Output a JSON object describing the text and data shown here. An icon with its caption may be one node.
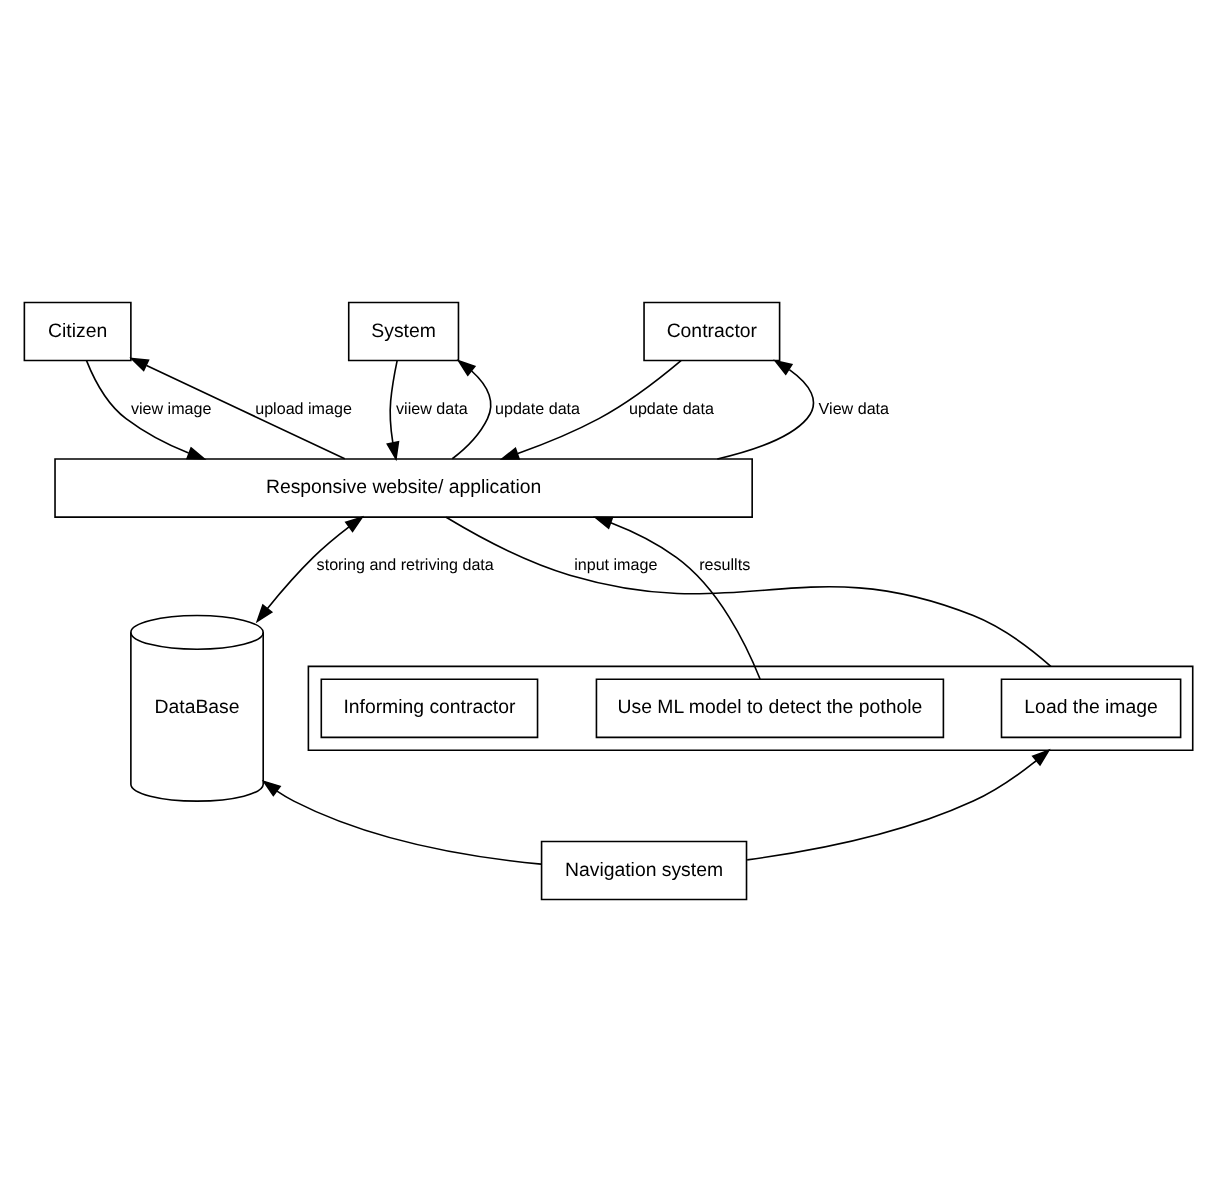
{
  "diagram": {
    "nodes": [
      {
        "text": [
          "Citizen"
        ]
      },
      {
        "text": [
          "System"
        ]
      },
      {
        "text": [
          "Contractor"
        ]
      },
      {
        "text": [
          "Responsive website/ application"
        ]
      },
      {
        "text": [
          "DataBase"
        ]
      },
      {
        "text": [],
        "shape": "box"
      },
      {
        "text": [
          "Load the image"
        ],
        "in": 5
      },
      {
        "text": [
          "Use ML model to detect the pothole"
        ],
        "in": 5
      },
      {
        "text": [
          "Informing contractor"
        ],
        "in": 5
      },
      {
        "text": [
          "Navigation system"
        ]
      }
    ],
    "edges": [
      {
        "from": 3,
        "to": 0,
        "arrow": "to",
        "label": "upload image"
      },
      {
        "from": 0,
        "to": 3,
        "arrow": "to",
        "label": "view image"
      },
      {
        "from": 3,
        "to": 1,
        "arrow": "to",
        "label": "update data"
      },
      {
        "from": 1,
        "to": 3,
        "arrow": "to",
        "label": "viiew data"
      },
      {
        "from": 3,
        "to": 2,
        "arrow": "to",
        "label": "View data"
      },
      {
        "from": 2,
        "to": 3,
        "arrow": "to",
        "label": "update data"
      },
      {
        "from": 3,
        "to": 4,
        "arrow": "both",
        "label": "storing and retriving data"
      },
      {
        "from": 3,
        "to": 5,
        "arrow": "none",
        "label": "input image"
      },
      {
        "from": 7,
        "to": 3,
        "arrow": "to",
        "label": "resullts"
      },
      {
        "from": 9,
        "to": 4,
        "arrow": "to"
      },
      {
        "from": 9,
        "to": 5,
        "arrow": "to"
      }
    ]
  }
}
